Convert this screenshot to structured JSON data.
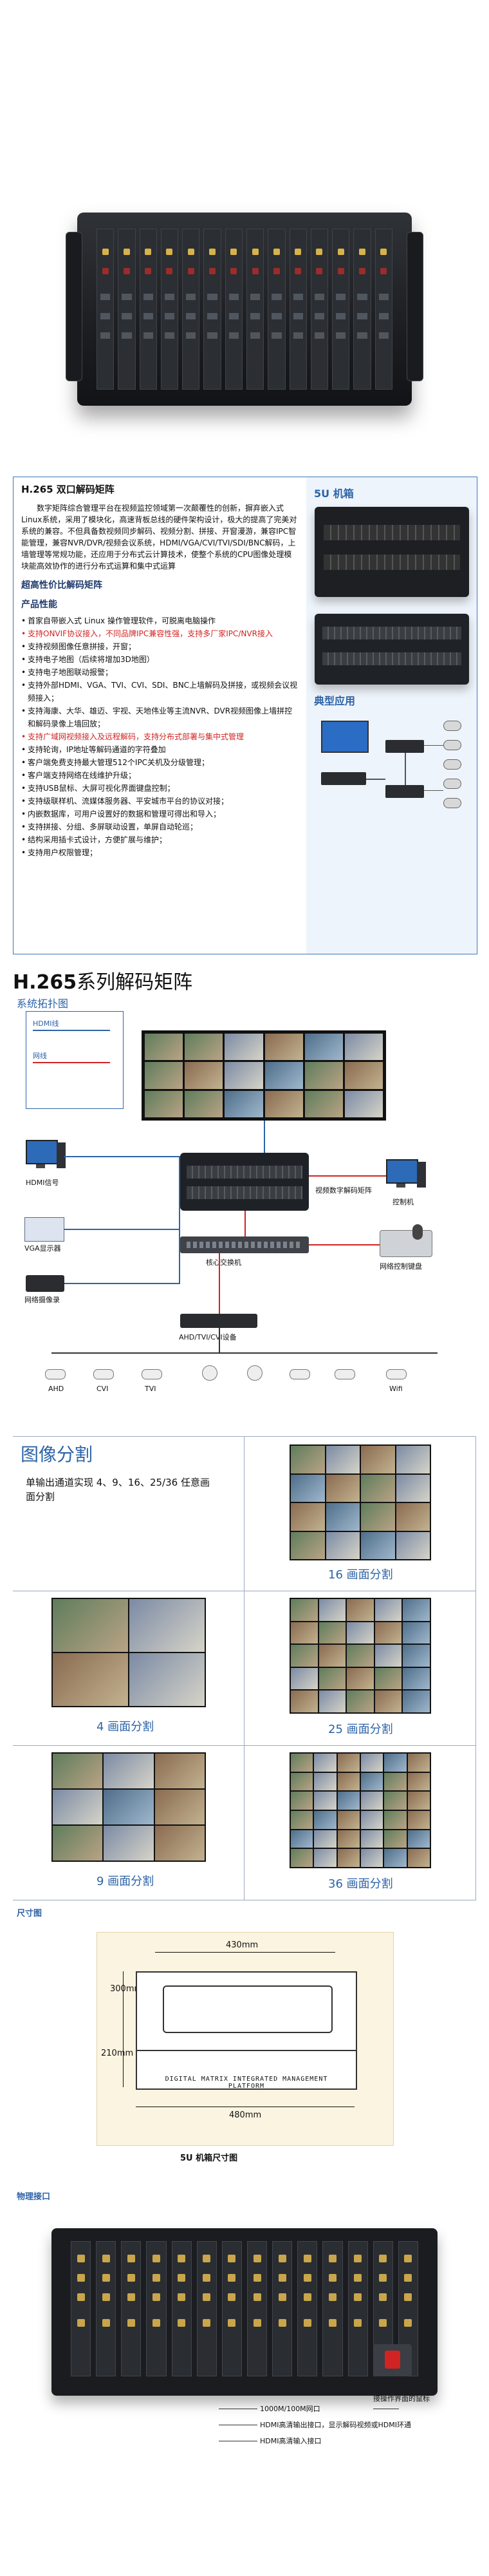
{
  "spec": {
    "title": "H.265 双口解码矩阵",
    "intro": "数字矩阵综合管理平台在视频监控领域第一次颠覆性的创新，摒弃嵌入式Linux系统，采用了模块化，高速背板总线的硬件架构设计，极大的提高了完美对系统的兼容。不但具备数视频同步解码、视频分割、拼接、开窗漫游，兼容IPC智能管理，兼容NVR/DVR/视频会议系统，HDMI/VGA/CVI/TVI/SDI/BNC解码，上墙管理等常规功能，还应用于分布式云计算技术，使整个系统的CPU图像处理模块能高效协作的进行分布式运算和集中式运算",
    "subtitle1": "超高性价比解码矩阵",
    "subtitle2": "产品性能",
    "features": [
      "首家自带嵌入式 Linux 操作管理软件，可脱离电脑操作",
      "支持ONVIF协议接入，不同品牌IPC兼容性强，支持多厂家IPC/NVR接入",
      "支持视频图像任意拼接，开窗；",
      "支持电子地图（后续将增加3D地图）",
      "支持电子地图联动报警；",
      "支持外部HDMI、VGA、TVI、CVI、SDI、BNC上墙解码及拼接，或视频会议视频接入；",
      "支持海康、大华、雄迈、宇视、天地伟业等主流NVR、DVR视频图像上墙拼控和解码录像上墙回放；",
      "支持广域网视频接入及远程解码，支持分布式部署与集中式管理",
      "支持轮询，IP地址等解码通道的字符叠加",
      "客户端免费支持最大管理512个IPC关机及分级管理；",
      "客户端支持网络在线维护升级；",
      "支持USB鼠标、大屏可视化界面键盘控制；",
      "支持级联样机、流媒体服务器、平安城市平台的协议对接；",
      "内嵌数据库，可用户设置好的数据和管理可得出和导入；",
      "支持拼接、分组、多屏联动设置，单屏自动轮巡；",
      "结构采用插卡式设计，方便扩展与维护；",
      "支持用户权限管理；"
    ],
    "right_label1": "5U 机箱",
    "right_label2": "典型应用"
  },
  "series": {
    "title_en": "H.265",
    "title_cn": "系列解码矩阵",
    "topology_title": "系统拓扑图"
  },
  "topology": {
    "legend": [
      "HDMI线",
      "网线"
    ],
    "labels": {
      "hdmi_source": "HDMI信号",
      "vga_source": "VGA显示器",
      "dvr": "网络摄像录",
      "matrix": "视频数字解码矩阵",
      "switch": "核心交换机",
      "controller": "控制机",
      "keyboard": "网络控制键盘",
      "nvr": "AHD/TVI/CVI设备",
      "cams": [
        "AHD",
        "CVI",
        "TVI",
        "",
        "",
        "",
        "",
        "Wifi"
      ]
    }
  },
  "split": {
    "title": "图像分割",
    "desc": "单输出通道实现 4、9、16、25/36 任意画面分割",
    "labels": [
      "16 画面分割",
      "4 画面分割",
      "25 画面分割",
      "9 画面分割",
      "36 画面分割"
    ]
  },
  "dimension": {
    "title": "尺寸图",
    "w_top": "430mm",
    "depth": "300mm",
    "height": "210mm",
    "w_bottom": "480mm",
    "front_text": "DIGITAL MATRIX INTEGRATED MANAGEMENT PLATFORM",
    "caption": "5U 机箱尺寸图"
  },
  "ports": {
    "title": "物理接口",
    "labels": [
      "1000M/100M网口",
      "HDMI高清输出接口，显示解码视频或HDMI环通",
      "HDMI高清输入接口",
      "接操作界面的鼠标"
    ]
  }
}
